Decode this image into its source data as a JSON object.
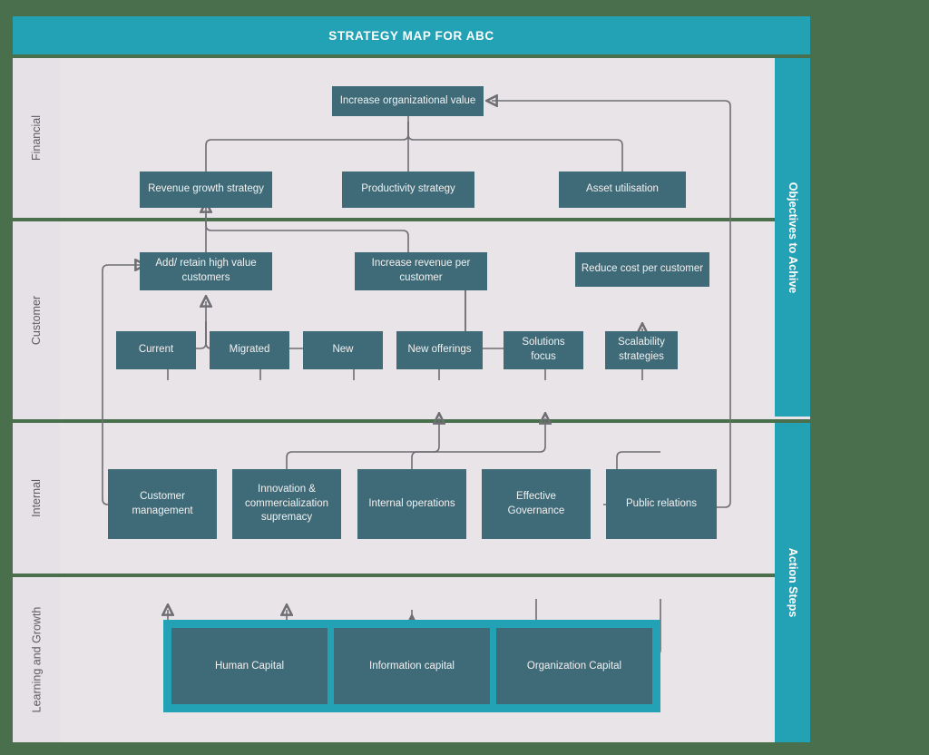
{
  "header": {
    "title": "STRATEGY MAP FOR ABC"
  },
  "colors": {
    "page_background": "#4a6f4c",
    "header_teal": "#23a2b5",
    "panel_background": "#e8e4e8",
    "node_fill": "#3f6a78",
    "connector": "#6e6e73",
    "node_text": "#f2f2f2",
    "lane_label_text": "#5d5d63"
  },
  "lanes": [
    {
      "label": "Financial"
    },
    {
      "label": "Customer"
    },
    {
      "label": "Internal"
    },
    {
      "label": "Learning and Growth"
    }
  ],
  "rails": [
    {
      "label": "Objectives to Achive"
    },
    {
      "label": "Action Steps"
    }
  ],
  "nodes": {
    "increase_org_value": "Increase organizational value",
    "revenue_growth": "Revenue growth strategy",
    "productivity": "Productivity strategy",
    "asset_utilisation": "Asset utilisation",
    "add_retain": "Add/ retain high value customers",
    "increase_rev_per_cust": "Increase revenue per customer",
    "reduce_cost_per_cust": "Reduce cost per customer",
    "current": "Current",
    "migrated": "Migrated",
    "new": "New",
    "new_offerings": "New offerings",
    "solutions_focus": "Solutions focus",
    "scalability": "Scalability strategies",
    "customer_management": "Customer management",
    "innovation": "Innovation & commercialization supremacy",
    "internal_operations": "Internal operations",
    "effective_governance": "Effective Governance",
    "public_relations": "Public relations",
    "human_capital": "Human Capital",
    "information_capital": "Information capital",
    "organization_capital": "Organization Capital"
  }
}
